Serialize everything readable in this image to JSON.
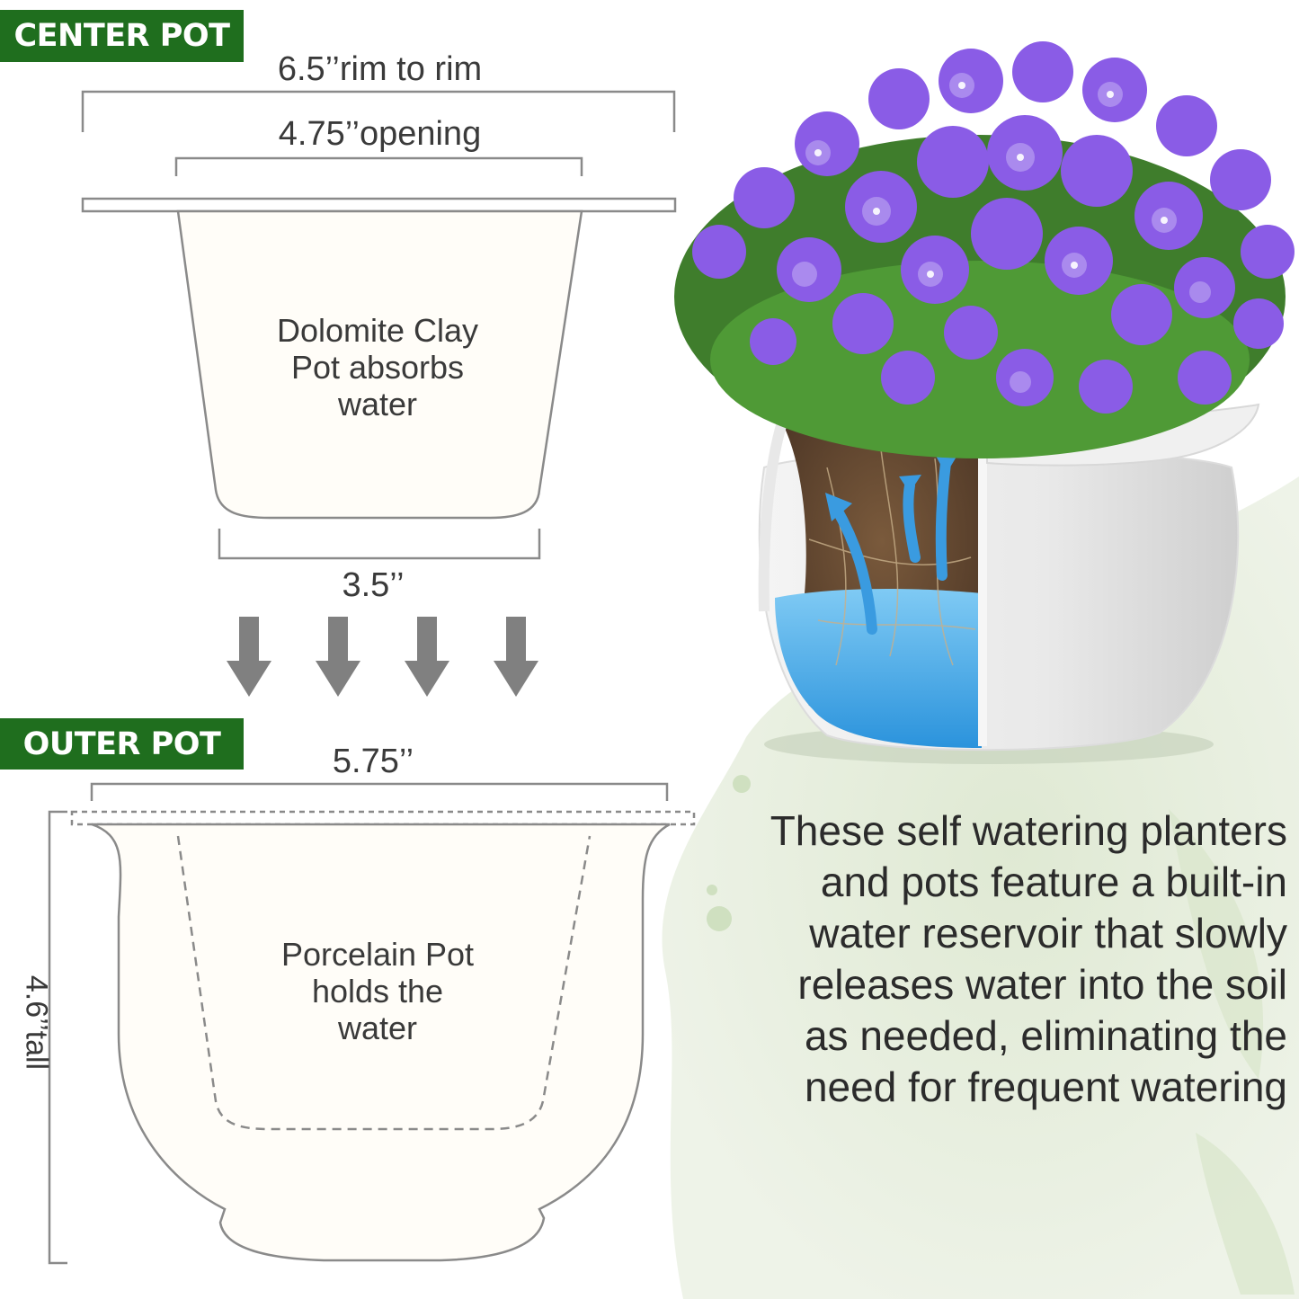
{
  "center_pot": {
    "badge": "CENTER POT",
    "rim_dimension": "6.5’’rim to rim",
    "opening_dimension": "4.75’’opening",
    "base_dimension": "3.5’’",
    "label_lines": [
      "Dolomite Clay",
      "Pot absorbs",
      "water"
    ]
  },
  "outer_pot": {
    "badge": "OUTER POT",
    "width_dimension": "5.75’’",
    "height_dimension": "4.6’’tall",
    "label_lines": [
      "Porcelain Pot",
      "holds the",
      "water"
    ]
  },
  "description_lines": [
    "These self watering planters",
    "and pots feature a built-in",
    "water reservoir that slowly",
    "releases water into the soil",
    "as needed, eliminating the",
    "need for frequent watering"
  ],
  "colors": {
    "badge_green": "#1f6e1e",
    "outline_gray": "#8a8a8a",
    "arrow_gray": "#808080",
    "flower_purple": "#8a5ce6",
    "water_blue": "#3aa4e6",
    "background_green": "#e3ecd9"
  },
  "icons": [
    "down-arrow-icon",
    "water-wick-arrow-icon"
  ]
}
